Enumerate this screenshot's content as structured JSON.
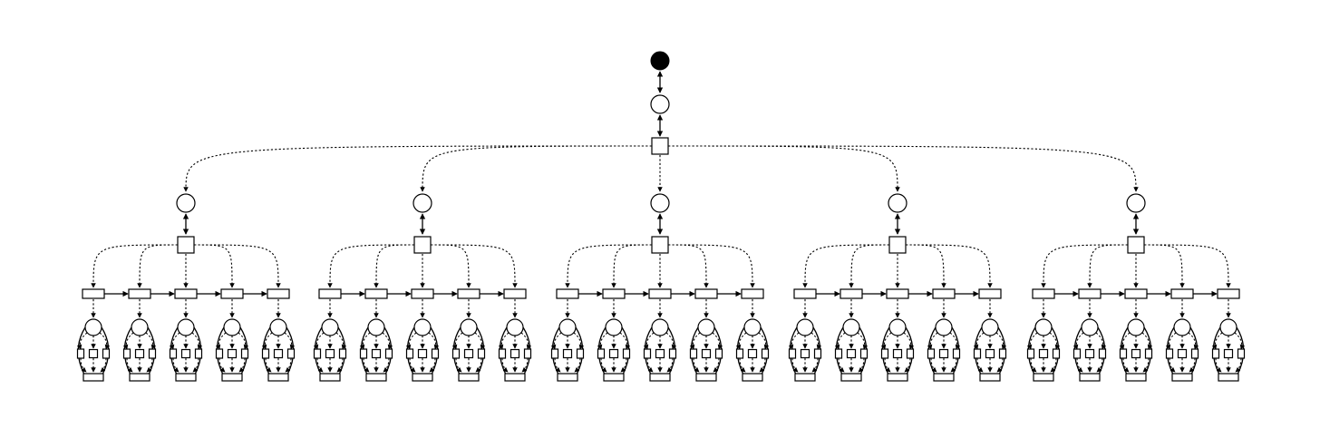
{
  "diagram": {
    "style": {
      "line_color": "#000000",
      "fill_color": "#ffffff",
      "root_fill": "#000000"
    },
    "root": {
      "shape": "filled-circle",
      "child": {
        "shape": "circle",
        "link": "bidirectional-solid",
        "child": {
          "shape": "square",
          "link": "bidirectional-solid",
          "branch_link": "dashed-arrow",
          "branches": 5,
          "branch": {
            "top_shape": "circle",
            "hub_shape": "square",
            "hub_link": "bidirectional-solid",
            "chain_length": 5,
            "chain_shape": "rectangle",
            "chain_link": "solid-arrow",
            "unit": {
              "head_shape": "circle",
              "middle_shapes": [
                "small-rectangle",
                "small-square",
                "small-rectangle"
              ],
              "bottom_shape": "rectangle"
            }
          }
        }
      }
    }
  }
}
